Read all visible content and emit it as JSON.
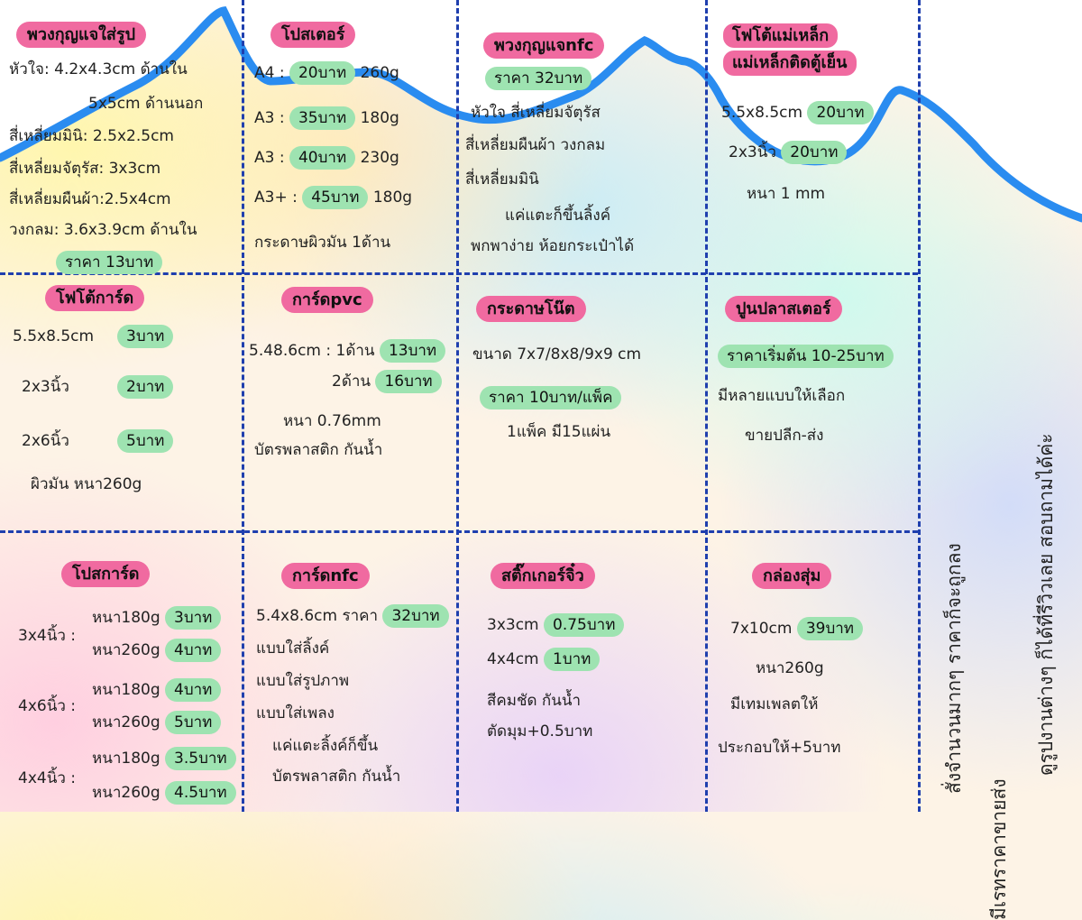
{
  "colors": {
    "pink_tag": "#f06aa0",
    "green_tag": "#9ee3b1",
    "wave": "#2a8cf0",
    "divider": "#1f3fae"
  },
  "keyring_photo": {
    "title": "พวงกุญแจใส่รูป",
    "lines": [
      "หัวใจ: 4.2x4.3cm ด้านใน",
      "5x5cm ด้านนอก",
      "สี่เหลี่ยมมินิ: 2.5x2.5cm",
      "สี่เหลี่ยมจัตุรัส: 3x3cm",
      "สี่เหลี่ยมผืนผ้า:2.5x4cm",
      "วงกลม: 3.6x3.9cm ด้านใน"
    ],
    "price": "ราคา 13บาท"
  },
  "poster": {
    "title": "โปสเตอร์",
    "rows": [
      {
        "size": "A4 :",
        "price": "20บาท",
        "weight": "260g"
      },
      {
        "size": "A3 :",
        "price": "35บาท",
        "weight": "180g"
      },
      {
        "size": "A3 :",
        "price": "40บาท",
        "weight": "230g"
      },
      {
        "size": "A3+ :",
        "price": "45บาท",
        "weight": "180g"
      }
    ],
    "note": "กระดาษผิวมัน 1ด้าน"
  },
  "keyring_nfc": {
    "title": "พวงกุญแจnfc",
    "price": "ราคา 32บาท",
    "lines": [
      "หัวใจ สี่เหลี่ยมจัตุรัส",
      "สี่เหลี่ยมผืนผ้า วงกลม",
      "สี่เหลี่ยมมินิ",
      "แค่แตะก็ขึ้นลิ้งค์",
      "พกพาง่าย ห้อยกระเป๋าได้"
    ]
  },
  "magnet_photo": {
    "title_line1": "โฟโต้แม่เหล็ก",
    "title_line2": "แม่เหล็กติดตู้เย็น",
    "rows": [
      {
        "size": "5.5x8.5cm",
        "price": "20บาท"
      },
      {
        "size": "2x3นิ้ว",
        "price": "20บาท"
      }
    ],
    "note": "หนา 1 mm"
  },
  "photo_card": {
    "title": "โฟโต้การ์ด",
    "rows": [
      {
        "size": "5.5x8.5cm",
        "price": "3บาท"
      },
      {
        "size": "2x3นิ้ว",
        "price": "2บาท"
      },
      {
        "size": "2x6นิ้ว",
        "price": "5บาท"
      }
    ],
    "note": "ผิวมัน หนา260g"
  },
  "card_pvc": {
    "title": "การ์ดpvc",
    "row1_size": "5.48.6cm :",
    "row1_side": "1ด้าน",
    "row1_price": "13บาท",
    "row2_side": "2ด้าน",
    "row2_price": "16บาท",
    "thickness": "หนา 0.76mm",
    "note": "บัตรพลาสติก กันน้ำ"
  },
  "memo_paper": {
    "title": "กระดาษโน๊ต",
    "size": "ขนาด 7x7/8x8/9x9 cm",
    "price": "ราคา 10บาท/แพ็ค",
    "note": "1แพ็ค มี15แผ่น"
  },
  "plaster": {
    "title": "ปูนปลาสเตอร์",
    "price": "ราคาเริ่มต้น 10-25บาท",
    "line1": "มีหลายแบบให้เลือก",
    "line2": "ขายปลีก-ส่ง"
  },
  "postcard": {
    "title": "โปสการ์ด",
    "groups": [
      {
        "size": "3x4นิ้ว :",
        "rows": [
          {
            "weight": "หนา180g",
            "price": "3บาท"
          },
          {
            "weight": "หนา260g",
            "price": "4บาท"
          }
        ]
      },
      {
        "size": "4x6นิ้ว :",
        "rows": [
          {
            "weight": "หนา180g",
            "price": "4บาท"
          },
          {
            "weight": "หนา260g",
            "price": "5บาท"
          }
        ]
      },
      {
        "size": "4x4นิ้ว :",
        "rows": [
          {
            "weight": "หนา180g",
            "price": "3.5บาท"
          },
          {
            "weight": "หนา260g",
            "price": "4.5บาท"
          }
        ]
      }
    ]
  },
  "card_nfc": {
    "title": "การ์ดnfc",
    "size": "5.4x8.6cm ราคา",
    "price": "32บาท",
    "lines": [
      "แบบใส่ลิ้งค์",
      "แบบใส่รูปภาพ",
      "แบบใส่เพลง",
      "แค่แตะลิ้งค์ก็ขึ้น",
      "บัตรพลาสติก กันน้ำ"
    ]
  },
  "sticker": {
    "title": "สติ๊กเกอร์จิ๋ว",
    "rows": [
      {
        "size": "3x3cm",
        "price": "0.75บาท"
      },
      {
        "size": "4x4cm",
        "price": "1บาท"
      }
    ],
    "line1": "สีคมชัด กันน้ำ",
    "line2": "ตัดมุม+0.5บาท"
  },
  "random_box": {
    "title": "กล่องสุ่ม",
    "size": "7x10cm",
    "price": "39บาท",
    "thickness": "หนา260g",
    "line1": "มีเทมเพลตให้",
    "line2": "ประกอบให้+5บาท"
  },
  "side_note": {
    "line1": "สั่งจำนวนมากๆ ราคาก็จะถูกลง",
    "line2": "มีเรทราคาขายส่ง",
    "line3": "ดูรูปงานต่างๆ ก็ได้ที่รีวิวเลย สอบถามได้ค่ะ"
  }
}
